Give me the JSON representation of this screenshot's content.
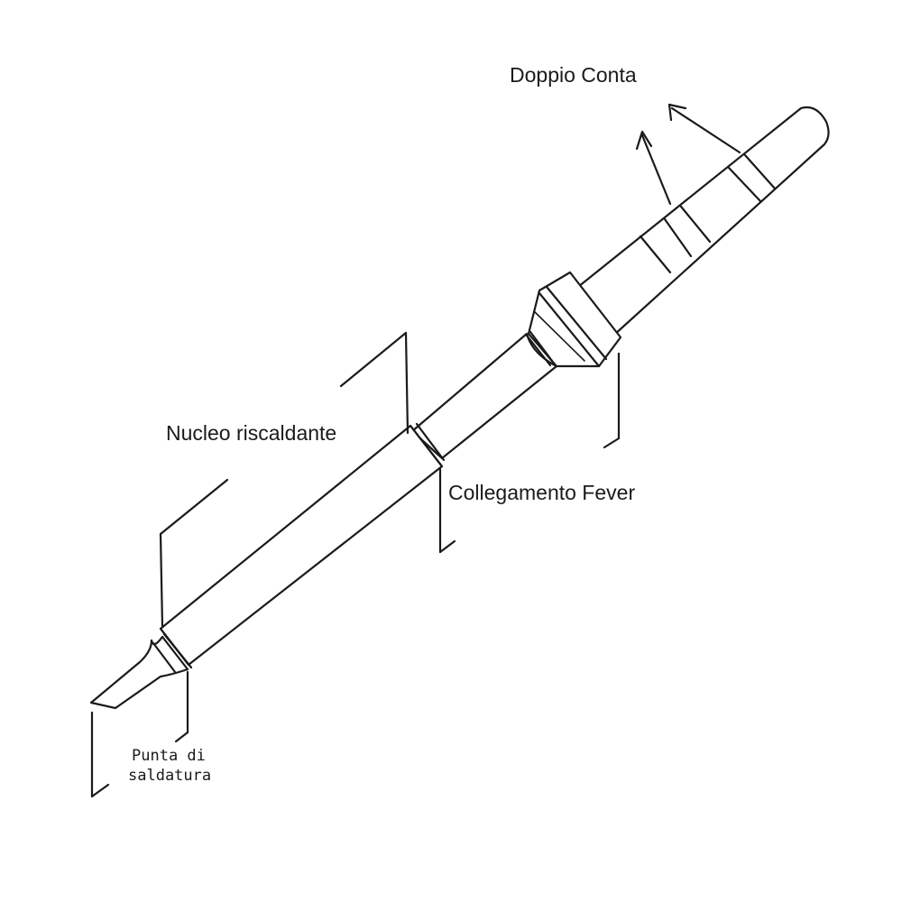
{
  "labels": {
    "double_contact": "Doppio Conta",
    "heating_core": "Nucleo riscaldante",
    "fever_connection": "Collegamento Fever",
    "tip_line1": "Punta di",
    "tip_line2": "saldatura"
  },
  "colors": {
    "ink": "#1a1a1a",
    "background": "#ffffff"
  }
}
